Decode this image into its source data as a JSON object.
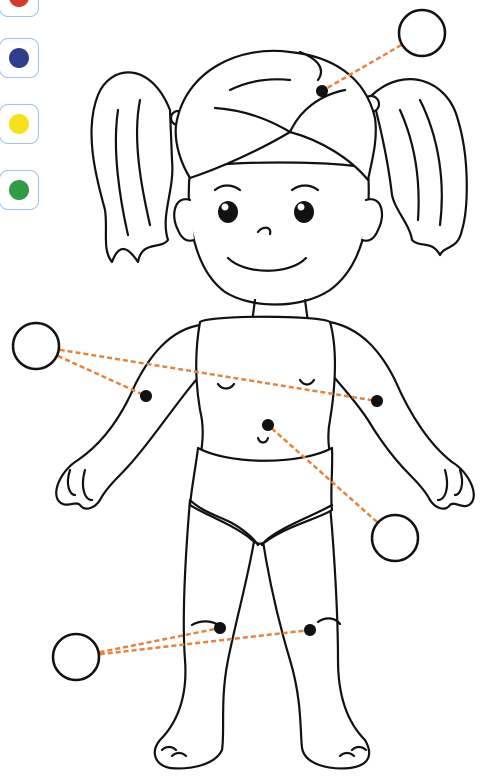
{
  "palette": [
    {
      "name": "red",
      "color": "#d33b2c"
    },
    {
      "name": "blue",
      "color": "#2e3e8c"
    },
    {
      "name": "yellow",
      "color": "#f7e11c"
    },
    {
      "name": "green",
      "color": "#2e9b45"
    }
  ],
  "colors": {
    "line": "#111111",
    "connector": "#e8823a",
    "marker": "#111111",
    "palette_border": "#9ec4e2"
  },
  "answer_targets": [
    {
      "name": "head",
      "filled": false
    },
    {
      "name": "elbows",
      "filled": false
    },
    {
      "name": "belly",
      "filled": false
    },
    {
      "name": "knees",
      "filled": false
    }
  ]
}
